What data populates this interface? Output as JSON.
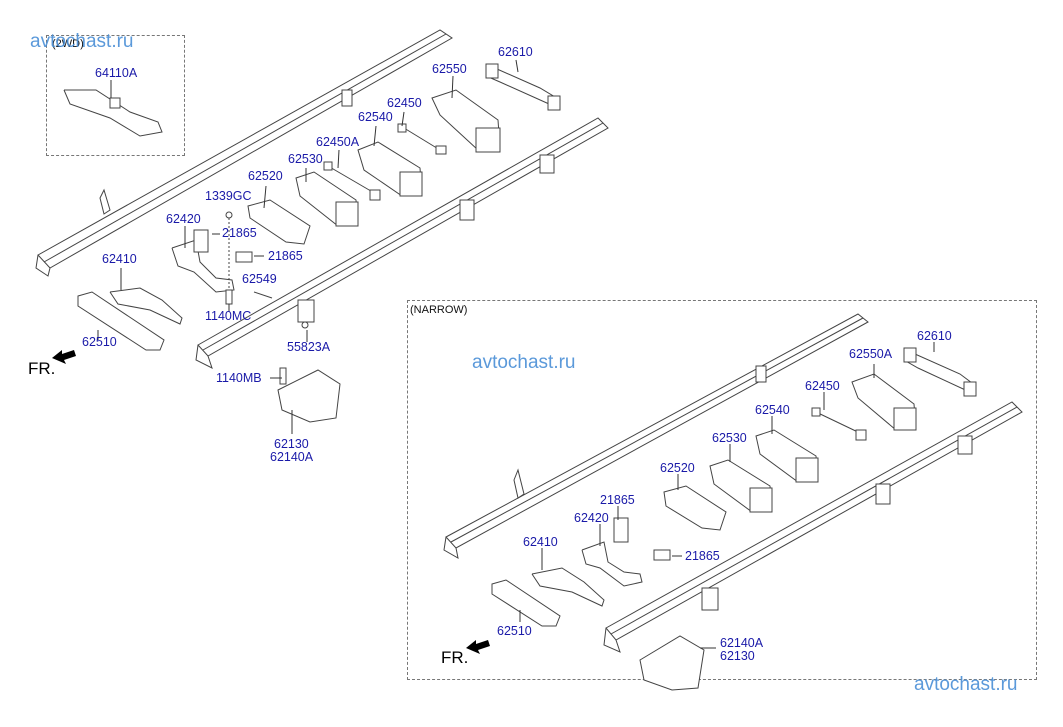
{
  "watermark": "avtochast.ru",
  "sections": {
    "top_left_box_title": "(2WD)",
    "narrow_box_title": "(NARROW)"
  },
  "direction_label": "FR.",
  "upper_assembly": {
    "labels": {
      "p64110A": "64110A",
      "p62610": "62610",
      "p62550": "62550",
      "p62450": "62450",
      "p62540": "62540",
      "p62450A": "62450A",
      "p62530": "62530",
      "p62520": "62520",
      "p1339GC": "1339GC",
      "p62420": "62420",
      "p21865a": "21865",
      "p21865b": "21865",
      "p62410": "62410",
      "p62549": "62549",
      "p1140MC": "1140MC",
      "p62510": "62510",
      "p55823A": "55823A",
      "p1140MB": "1140MB",
      "p62130": "62130",
      "p62140A": "62140A"
    }
  },
  "narrow_assembly": {
    "labels": {
      "p62610": "62610",
      "p62550A": "62550A",
      "p62450": "62450",
      "p62540": "62540",
      "p62530": "62530",
      "p62520": "62520",
      "p21865a": "21865",
      "p62420": "62420",
      "p21865b": "21865",
      "p62410": "62410",
      "p62510": "62510",
      "p62140A": "62140A",
      "p62130": "62130"
    }
  }
}
